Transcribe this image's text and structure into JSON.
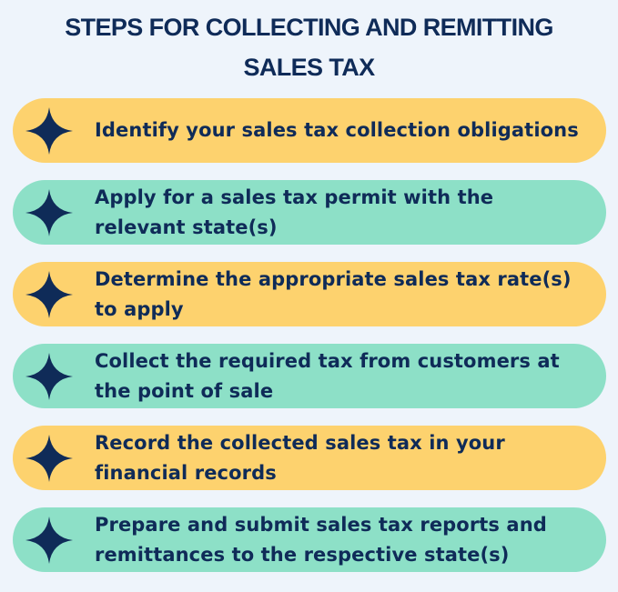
{
  "header": {
    "title_line1": "STEPS FOR COLLECTING AND REMITTING",
    "title_line2": "SALES TAX"
  },
  "steps": [
    {
      "label": "Identify your sales tax collection obligations",
      "color": "#fdd26e",
      "icon": "four-point-star-icon"
    },
    {
      "label": "Apply for a sales tax permit with the relevant state(s)",
      "color": "#8de0c7",
      "icon": "four-point-star-icon"
    },
    {
      "label": "Determine the appropriate sales tax rate(s) to apply",
      "color": "#fdd26e",
      "icon": "four-point-star-icon"
    },
    {
      "label": "Collect the required tax from customers at the point of sale",
      "color": "#8de0c7",
      "icon": "four-point-star-icon"
    },
    {
      "label": "Record the collected sales tax in your financial records",
      "color": "#fdd26e",
      "icon": "four-point-star-icon"
    },
    {
      "label": "Prepare and submit sales tax reports and remittances to the respective state(s)",
      "color": "#8de0c7",
      "icon": "four-point-star-icon"
    }
  ],
  "colors": {
    "background": "#eef4fb",
    "text": "#0f2b58",
    "star": "#0f2b58"
  }
}
